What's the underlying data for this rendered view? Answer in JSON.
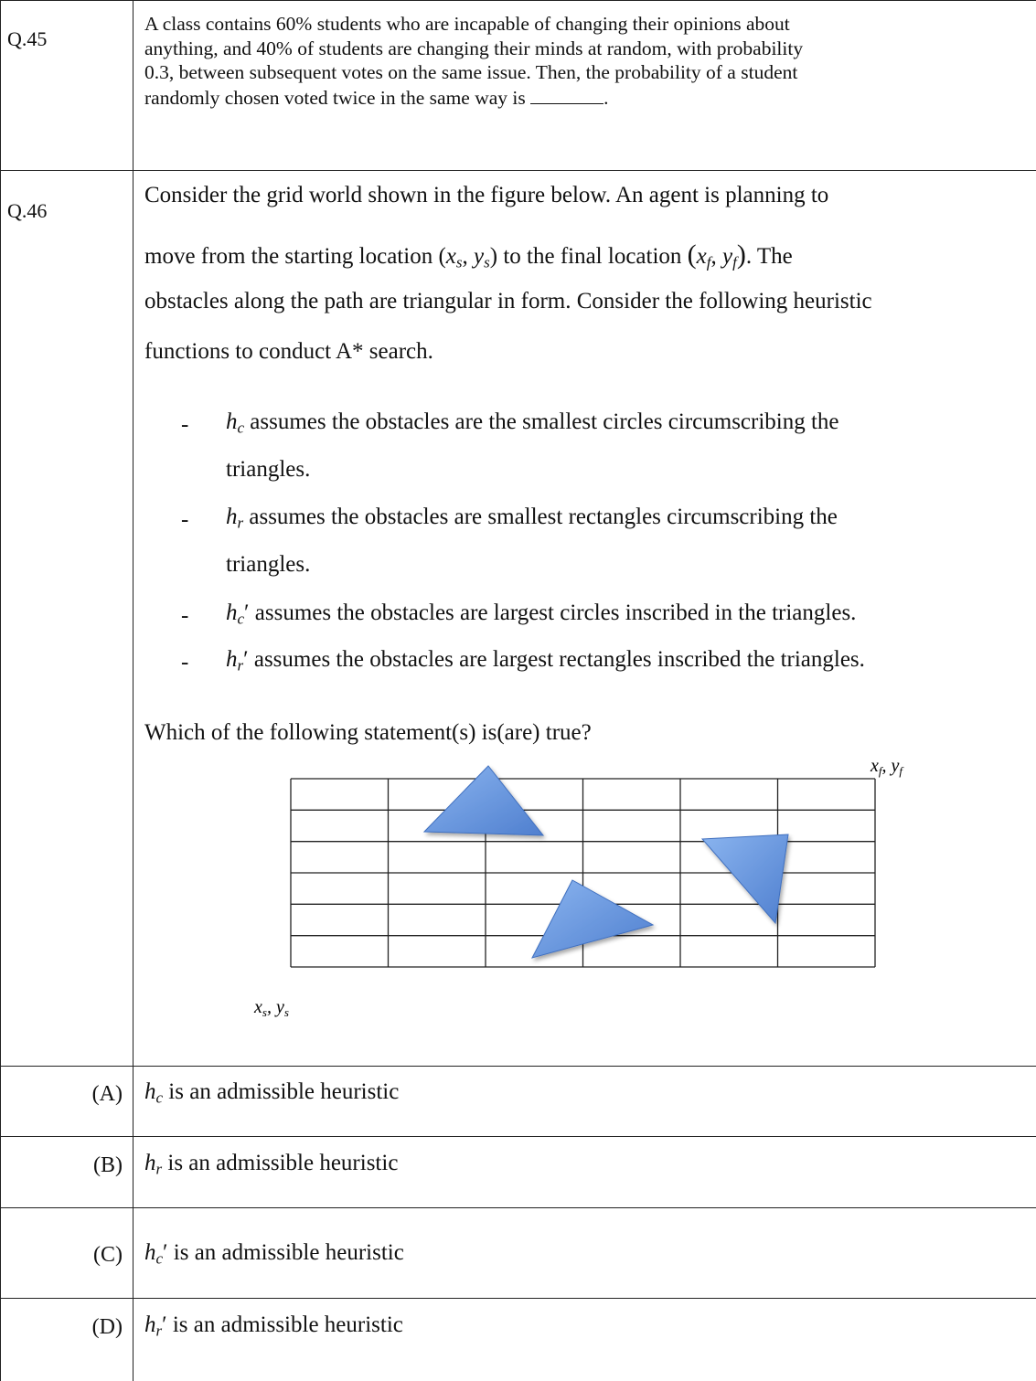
{
  "q45": {
    "number": "Q.45",
    "lines": [
      "A class contains 60% students who are incapable of changing their opinions about",
      "anything, and 40% of students are changing their minds at random, with probability",
      "0.3, between subsequent votes on the same issue. Then, the probability of a student",
      "randomly chosen voted twice in the same way is"
    ],
    "end": "."
  },
  "q46": {
    "number": "Q.46",
    "intro": [
      "Consider the grid world shown in the figure below. An agent is planning to",
      "move from the starting location",
      "to the final location",
      ". The",
      "obstacles along the path are triangular in form. Consider the following heuristic",
      "functions to conduct A* search."
    ],
    "start_loc": "(x_s, y_s)",
    "final_loc": "(x_f, y_f)",
    "bullet_marker": "-",
    "bullets": [
      {
        "symbol": "h",
        "sub": "c",
        "prime": "",
        "text": " assumes the obstacles are the smallest circles circumscribing the",
        "cont": "triangles."
      },
      {
        "symbol": "h",
        "sub": "r",
        "prime": "",
        "text": " assumes the obstacles are smallest rectangles circumscribing the",
        "cont": "triangles."
      },
      {
        "symbol": "h",
        "sub": "c",
        "prime": "′",
        "text": " assumes the obstacles are largest circles inscribed in the triangles.",
        "cont": ""
      },
      {
        "symbol": "h",
        "sub": "r",
        "prime": "′",
        "text": " assumes the obstacles are largest rectangles inscribed the triangles.",
        "cont": ""
      }
    ],
    "question": "Which of the following statement(s) is(are) true?",
    "figure": {
      "start_label": "x_s, y_s",
      "final_label": "x_f, y_f",
      "grid_cols": 6,
      "grid_rows": 6,
      "triangle_color": "#5b8fd8"
    }
  },
  "options": [
    {
      "label": "(A)",
      "symbol": "h",
      "sub": "c",
      "prime": "",
      "text": " is an admissible heuristic"
    },
    {
      "label": "(B)",
      "symbol": "h",
      "sub": "r",
      "prime": "",
      "text": " is an admissible heuristic"
    },
    {
      "label": "(C)",
      "symbol": "h",
      "sub": "c",
      "prime": "′",
      "text": " is an admissible heuristic"
    },
    {
      "label": "(D)",
      "symbol": "h",
      "sub": "r",
      "prime": "′",
      "text": " is an admissible heuristic"
    }
  ]
}
